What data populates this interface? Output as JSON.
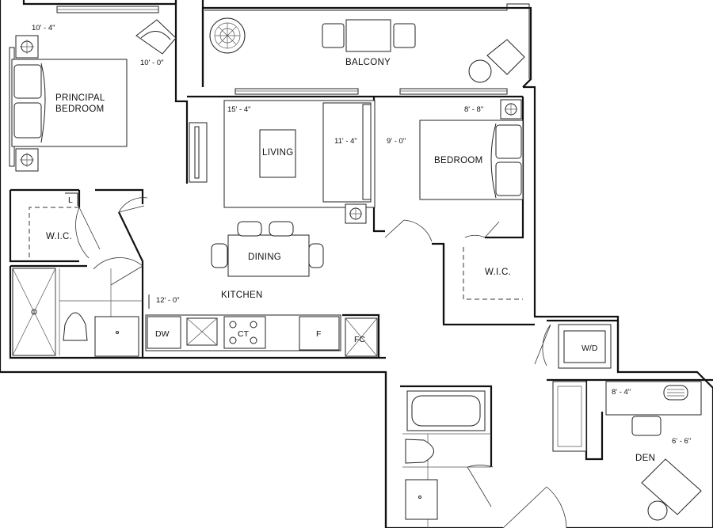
{
  "rooms": {
    "principal_bedroom_line1": "PRINCIPAL",
    "principal_bedroom_line2": "BEDROOM",
    "balcony": "BALCONY",
    "living": "LIVING",
    "bedroom": "BEDROOM",
    "wic_left": "W.I.C.",
    "wic_right": "W.I.C.",
    "dining": "DINING",
    "kitchen": "KITCHEN",
    "den": "DEN"
  },
  "dimensions": {
    "principal_width": "10' - 4\"",
    "principal_depth": "10' - 0\"",
    "living_width": "15' - 4\"",
    "living_depth": "11' - 4\"",
    "bedroom_depth": "9' - 0\"",
    "bedroom_width": "8' - 8\"",
    "kitchen_length": "12' - 0\"",
    "den_width": "8' - 4\"",
    "den_depth": "6' - 6\""
  },
  "fixtures": {
    "dishwasher": "DW",
    "cooktop": "CT",
    "fridge": "F",
    "fan_coil": "FC",
    "washer_dryer": "W/D",
    "linen": "L"
  }
}
